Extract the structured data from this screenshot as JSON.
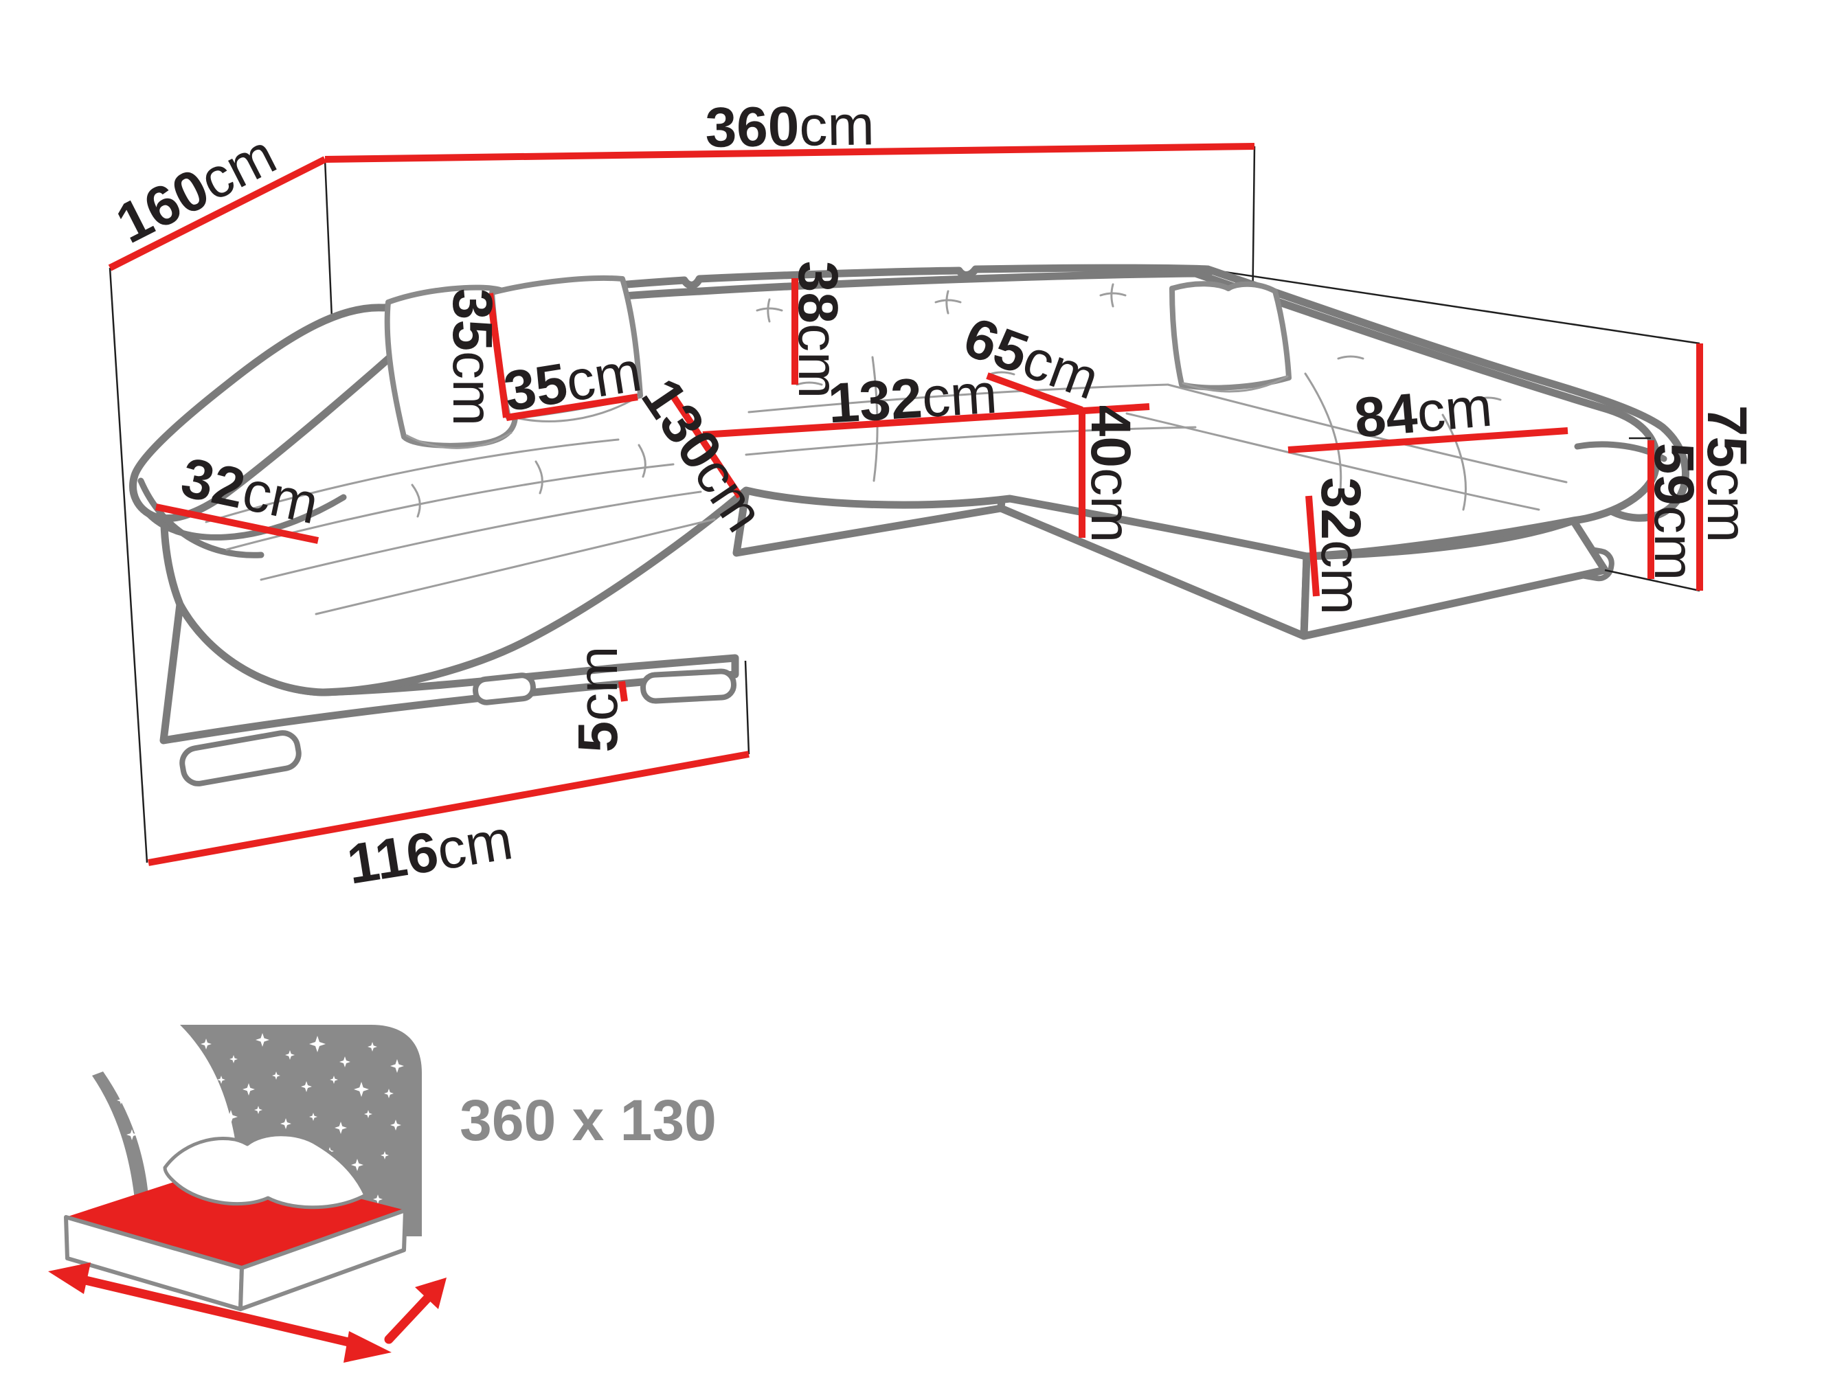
{
  "dimensions": {
    "total_width": {
      "value": "360",
      "unit": "cm"
    },
    "side_depth": {
      "value": "160",
      "unit": "cm"
    },
    "pillow_height": {
      "value": "35",
      "unit": "cm"
    },
    "pillow_width": {
      "value": "35",
      "unit": "cm"
    },
    "backrest_cushion_height": {
      "value": "38",
      "unit": "cm"
    },
    "seat_depth": {
      "value": "65",
      "unit": "cm"
    },
    "middle_seat_width": {
      "value": "132",
      "unit": "cm"
    },
    "left_seat_diagonal": {
      "value": "130",
      "unit": "cm"
    },
    "right_seat_width": {
      "value": "84",
      "unit": "cm"
    },
    "total_height": {
      "value": "75",
      "unit": "cm"
    },
    "armrest_height": {
      "value": "59",
      "unit": "cm"
    },
    "seat_height": {
      "value": "40",
      "unit": "cm"
    },
    "right_armrest_width": {
      "value": "32",
      "unit": "cm"
    },
    "left_armrest_width": {
      "value": "32",
      "unit": "cm"
    },
    "leg_height": {
      "value": "5",
      "unit": "cm"
    },
    "left_chaise_length": {
      "value": "116",
      "unit": "cm"
    }
  },
  "sleeping_area": {
    "label": "360 x 130"
  },
  "colors": {
    "dimension_red": "#e8211f",
    "icon_gray": "#8a8a8a",
    "sofa_outline_gray": "#7b7b7b",
    "seam_gray": "#9d9d9d",
    "text_black": "#231f20",
    "background": "#ffffff"
  }
}
